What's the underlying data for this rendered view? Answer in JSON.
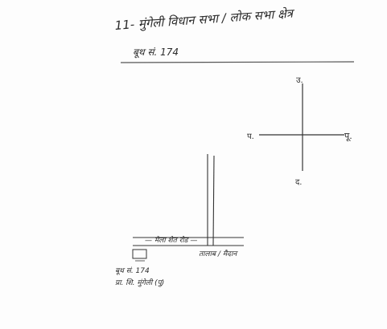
{
  "document": {
    "title": "11- मुंगेली विधान सभा / लोक सभा क्षेत्र",
    "booth_line": "बूथ सं. 174",
    "compass": {
      "north": "उ.",
      "south": "द.",
      "east": "पू.",
      "west": "प."
    },
    "map_labels": {
      "road": "— मेला शेत रोड —",
      "pond": "तालाब / मैदान",
      "booth": "बूथ सं. 174",
      "school": "प्रा. शि. मुंगेली (पु)"
    }
  },
  "colors": {
    "ink": "#2b2b2b",
    "paper": "#fdfdfd"
  }
}
